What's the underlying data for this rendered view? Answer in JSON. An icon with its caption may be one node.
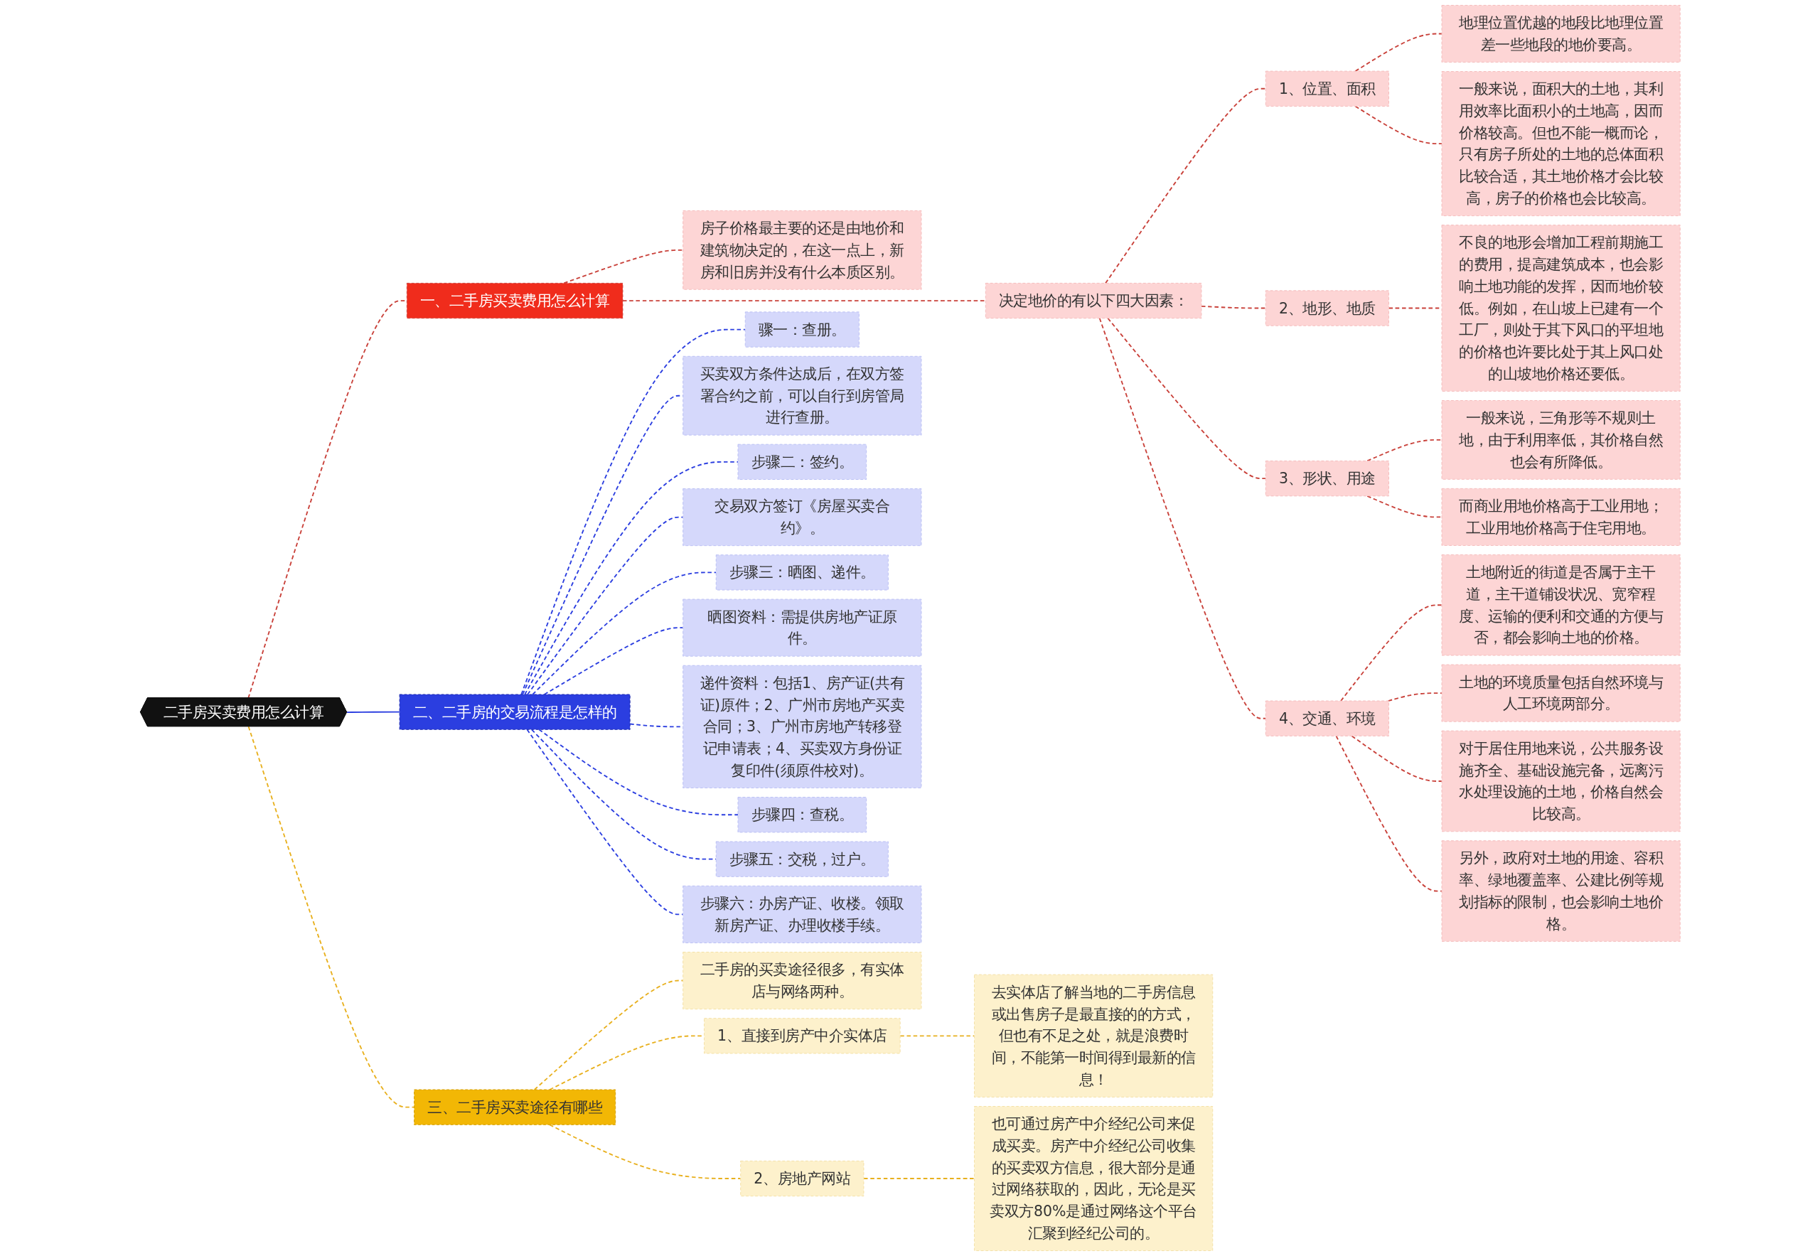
{
  "diagram": {
    "nodes": [
      {
        "text": [
          "二手房买卖费用怎么计算"
        ]
      },
      {
        "text": [
          "一、二手房买卖费用怎么计算"
        ]
      },
      {
        "text": [
          "房子价格最主要的还是由地价和建筑物决定的，在这一点上，新房和旧房并没有什么本质区别。"
        ]
      },
      {
        "text": [
          "决定地价的有以下四大因素："
        ]
      },
      {
        "text": [
          "1、位置、面积"
        ]
      },
      {
        "text": [
          "地理位置优越的地段比地理位置差一些地段的地价要高。"
        ]
      },
      {
        "text": [
          "一般来说，面积大的土地，其利用效率比面积小的土地高，因而价格较高。但也不能一概而论，只有房子所处的土地的总体面积比较合适，其土地价格才会比较高，房子的价格也会比较高。"
        ]
      },
      {
        "text": [
          "2、地形、地质"
        ]
      },
      {
        "text": [
          "不良的地形会增加工程前期施工的费用，提高建筑成本，也会影响土地功能的发挥，因而地价较低。例如，在山坡上已建有一个工厂，则处于其下风口的平坦地的价格也许要比处于其上风口处的山坡地价格还要低。"
        ]
      },
      {
        "text": [
          "3、形状、用途"
        ]
      },
      {
        "text": [
          "一般来说，三角形等不规则土地，由于利用率低，其价格自然也会有所降低。"
        ]
      },
      {
        "text": [
          "而商业用地价格高于工业用地；工业用地价格高于住宅用地。"
        ]
      },
      {
        "text": [
          "4、交通、环境"
        ]
      },
      {
        "text": [
          "土地附近的街道是否属于主干道，主干道铺设状况、宽窄程度、运输的便利和交通的方便与否，都会影响土地的价格。"
        ]
      },
      {
        "text": [
          "土地的环境质量包括自然环境与人工环境两部分。"
        ]
      },
      {
        "text": [
          "对于居住用地来说，公共服务设施齐全、基础设施完备，远离污水处理设施的土地，价格自然会比较高。"
        ]
      },
      {
        "text": [
          "另外，政府对土地的用途、容积率、绿地覆盖率、公建比例等规划指标的限制，也会影响土地价格。"
        ]
      },
      {
        "text": [
          "二、二手房的交易流程是怎样的"
        ]
      },
      {
        "text": [
          "骤一：查册。"
        ]
      },
      {
        "text": [
          "买卖双方条件达成后，在双方签署合约之前，可以自行到房管局进行查册。"
        ]
      },
      {
        "text": [
          "步骤二：签约。"
        ]
      },
      {
        "text": [
          "交易双方签订《房屋买卖合约》。"
        ]
      },
      {
        "text": [
          "步骤三：晒图、递件。"
        ]
      },
      {
        "text": [
          "晒图资料：需提供房地产证原件。"
        ]
      },
      {
        "text": [
          "递件资料：包括1、房产证(共有证)原件；2、广州市房地产买卖合同；3、广州市房地产转移登记申请表；4、买卖双方身份证复印件(须原件校对)。"
        ]
      },
      {
        "text": [
          "步骤四：查税。"
        ]
      },
      {
        "text": [
          "步骤五：交税，过户。"
        ]
      },
      {
        "text": [
          "步骤六：办房产证、收楼。领取新房产证、办理收楼手续。"
        ]
      },
      {
        "text": [
          "三、二手房买卖途径有哪些"
        ]
      },
      {
        "text": [
          "二手房的买卖途径很多，有实体店与网络两种。"
        ]
      },
      {
        "text": [
          "1、直接到房产中介实体店"
        ]
      },
      {
        "text": [
          "去实体店了解当地的二手房信息或出售房子是最直接的的方式，但也有不足之处，就是浪费时间，不能第一时间得到最新的信息！"
        ]
      },
      {
        "text": [
          "2、房地产网站"
        ]
      },
      {
        "text": [
          "也可通过房产中介经纪公司来促成买卖。房产中介经纪公司收集的买卖双方信息，很大部分是通过网络获取的，因此，无论是买卖双方80%是通过网络这个平台汇聚到经纪公司的。"
        ]
      }
    ],
    "edges": [
      {
        "from": 0,
        "to": 1,
        "arrow": "none",
        "style": "dashed"
      },
      {
        "from": 1,
        "to": 2,
        "arrow": "none",
        "style": "dashed"
      },
      {
        "from": 1,
        "to": 3,
        "arrow": "none",
        "style": "dashed"
      },
      {
        "from": 3,
        "to": 4,
        "arrow": "none",
        "style": "dashed"
      },
      {
        "from": 4,
        "to": 5,
        "arrow": "none",
        "style": "dashed"
      },
      {
        "from": 4,
        "to": 6,
        "arrow": "none",
        "style": "dashed"
      },
      {
        "from": 3,
        "to": 7,
        "arrow": "none",
        "style": "dashed"
      },
      {
        "from": 7,
        "to": 8,
        "arrow": "none",
        "style": "dashed"
      },
      {
        "from": 3,
        "to": 9,
        "arrow": "none",
        "style": "dashed"
      },
      {
        "from": 9,
        "to": 10,
        "arrow": "none",
        "style": "dashed"
      },
      {
        "from": 9,
        "to": 11,
        "arrow": "none",
        "style": "dashed"
      },
      {
        "from": 3,
        "to": 12,
        "arrow": "none",
        "style": "dashed"
      },
      {
        "from": 12,
        "to": 13,
        "arrow": "none",
        "style": "dashed"
      },
      {
        "from": 12,
        "to": 14,
        "arrow": "none",
        "style": "dashed"
      },
      {
        "from": 12,
        "to": 15,
        "arrow": "none",
        "style": "dashed"
      },
      {
        "from": 12,
        "to": 16,
        "arrow": "none",
        "style": "dashed"
      },
      {
        "from": 0,
        "to": 17,
        "arrow": "none",
        "color": "#2b3ee0"
      },
      {
        "from": 17,
        "to": 18,
        "arrow": "none",
        "style": "dashed",
        "color": "#2b3ee0"
      },
      {
        "from": 17,
        "to": 19,
        "arrow": "none",
        "style": "dashed",
        "color": "#2b3ee0"
      },
      {
        "from": 17,
        "to": 20,
        "arrow": "none",
        "style": "dashed",
        "color": "#2b3ee0"
      },
      {
        "from": 17,
        "to": 21,
        "arrow": "none",
        "style": "dashed",
        "color": "#2b3ee0"
      },
      {
        "from": 17,
        "to": 22,
        "arrow": "none",
        "style": "dashed",
        "color": "#2b3ee0"
      },
      {
        "from": 17,
        "to": 23,
        "arrow": "none",
        "style": "dashed",
        "color": "#2b3ee0"
      },
      {
        "from": 17,
        "to": 24,
        "arrow": "none",
        "style": "dashed",
        "color": "#2b3ee0"
      },
      {
        "from": 17,
        "to": 25,
        "arrow": "none",
        "style": "dashed",
        "color": "#2b3ee0"
      },
      {
        "from": 17,
        "to": 26,
        "arrow": "none",
        "style": "dashed",
        "color": "#2b3ee0"
      },
      {
        "from": 17,
        "to": 27,
        "arrow": "none",
        "style": "dashed",
        "color": "#2b3ee0"
      },
      {
        "from": 0,
        "to": 28,
        "arrow": "none",
        "style": "dashed",
        "color": "#e8b01e"
      },
      {
        "from": 28,
        "to": 29,
        "arrow": "none",
        "style": "dashed",
        "color": "#e8b01e"
      },
      {
        "from": 28,
        "to": 30,
        "arrow": "none",
        "style": "dashed",
        "color": "#e8b01e"
      },
      {
        "from": 30,
        "to": 31,
        "arrow": "none",
        "style": "dashed",
        "color": "#e8b01e"
      },
      {
        "from": 28,
        "to": 32,
        "arrow": "none",
        "style": "dashed",
        "color": "#e8b01e"
      },
      {
        "from": 32,
        "to": 33,
        "arrow": "none",
        "style": "dashed",
        "color": "#e8b01e"
      }
    ]
  }
}
